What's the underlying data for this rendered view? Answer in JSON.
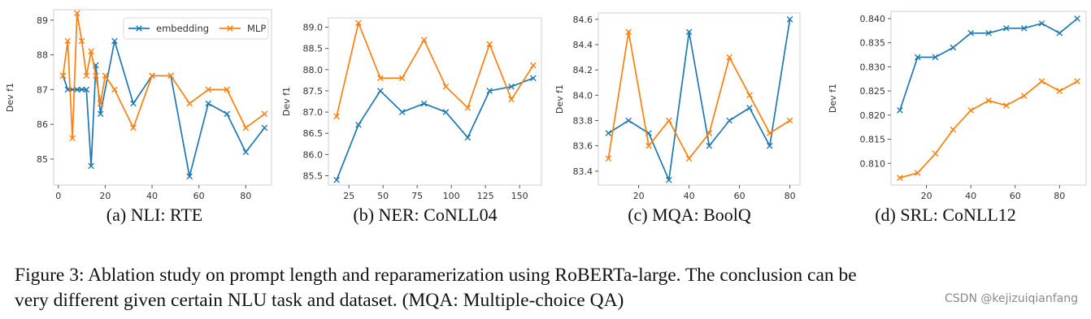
{
  "colors": {
    "embedding": "#1f77b4",
    "MLP": "#ff7f0e",
    "spine": "#cfcfcf",
    "text": "#333333"
  },
  "chart_data": [
    {
      "type": "line",
      "subtitle": "(a) NLI: RTE",
      "xlabel": "",
      "ylabel": "Dev f1",
      "xlim": [
        -2,
        91
      ],
      "ylim": [
        84.25,
        89.3
      ],
      "xticks": [
        0,
        20,
        40,
        60,
        80
      ],
      "xtick_labels": [
        "0",
        "20",
        "40",
        "60",
        "80"
      ],
      "yticks": [
        85,
        86,
        87,
        88,
        89
      ],
      "ytick_labels": [
        "85",
        "86",
        "87",
        "88",
        "89"
      ],
      "legend": {
        "placement": "top-right",
        "entries": [
          "embedding",
          "MLP"
        ]
      },
      "series": [
        {
          "name": "embedding",
          "x": [
            2,
            4,
            6,
            8,
            10,
            12,
            14,
            16,
            18,
            24,
            32,
            40,
            48,
            56,
            64,
            72,
            80,
            88
          ],
          "y": [
            87.4,
            87.0,
            87.0,
            87.0,
            87.0,
            87.0,
            84.8,
            87.7,
            86.3,
            88.4,
            86.6,
            87.4,
            87.4,
            84.5,
            86.6,
            86.3,
            85.2,
            85.9
          ]
        },
        {
          "name": "MLP",
          "x": [
            2,
            4,
            6,
            8,
            10,
            12,
            14,
            16,
            18,
            20,
            24,
            32,
            40,
            48,
            56,
            64,
            72,
            80,
            88
          ],
          "y": [
            87.4,
            88.4,
            85.6,
            89.2,
            88.4,
            87.4,
            88.1,
            87.4,
            86.6,
            87.4,
            87.0,
            85.9,
            87.4,
            87.4,
            86.6,
            87.0,
            87.0,
            85.9,
            86.3
          ]
        }
      ]
    },
    {
      "type": "line",
      "subtitle": "(b) NER: CoNLL04",
      "xlabel": "",
      "ylabel": "Dev f1",
      "xlim": [
        10,
        166
      ],
      "ylim": [
        85.28,
        89.22
      ],
      "xticks": [
        25,
        50,
        75,
        100,
        125,
        150
      ],
      "xtick_labels": [
        "25",
        "50",
        "75",
        "100",
        "125",
        "150"
      ],
      "yticks": [
        85.5,
        86.0,
        86.5,
        87.0,
        87.5,
        88.0,
        88.5,
        89.0
      ],
      "ytick_labels": [
        "85.5",
        "86.0",
        "86.5",
        "87.0",
        "87.5",
        "88.0",
        "88.5",
        "89.0"
      ],
      "series": [
        {
          "name": "embedding",
          "x": [
            16,
            32,
            48,
            64,
            80,
            96,
            112,
            128,
            144,
            160
          ],
          "y": [
            85.4,
            86.7,
            87.5,
            87.0,
            87.2,
            87.0,
            86.4,
            87.5,
            87.6,
            87.8
          ]
        },
        {
          "name": "MLP",
          "x": [
            16,
            32,
            48,
            64,
            80,
            96,
            112,
            128,
            144,
            160
          ],
          "y": [
            86.9,
            89.1,
            87.8,
            87.8,
            88.7,
            87.6,
            87.1,
            88.6,
            87.3,
            88.1
          ]
        }
      ]
    },
    {
      "type": "line",
      "subtitle": "(c) MQA: BoolQ",
      "xlabel": "",
      "ylabel": "Dev f1",
      "xlim": [
        4,
        84
      ],
      "ylim": [
        83.29,
        84.65
      ],
      "xticks": [
        20,
        40,
        60,
        80
      ],
      "xtick_labels": [
        "20",
        "40",
        "60",
        "80"
      ],
      "yticks": [
        83.4,
        83.6,
        83.8,
        84.0,
        84.2,
        84.4,
        84.6
      ],
      "ytick_labels": [
        "83.4",
        "83.6",
        "83.8",
        "84.0",
        "84.2",
        "84.4",
        "84.6"
      ],
      "series": [
        {
          "name": "embedding",
          "x": [
            8,
            16,
            24,
            32,
            40,
            48,
            56,
            64,
            72,
            80
          ],
          "y": [
            83.7,
            83.8,
            83.7,
            83.33,
            84.5,
            83.6,
            83.8,
            83.9,
            83.6,
            84.6
          ]
        },
        {
          "name": "MLP",
          "x": [
            8,
            16,
            24,
            32,
            40,
            48,
            56,
            64,
            72,
            80
          ],
          "y": [
            83.5,
            84.5,
            83.6,
            83.8,
            83.5,
            83.7,
            84.3,
            84.0,
            83.7,
            83.8
          ]
        }
      ]
    },
    {
      "type": "line",
      "subtitle": "(d) SRL: CoNLL12",
      "xlabel": "",
      "ylabel": "Dev f1",
      "xlim": [
        4,
        92
      ],
      "ylim": [
        0.8055,
        0.8415
      ],
      "xticks": [
        20,
        40,
        60,
        80
      ],
      "xtick_labels": [
        "20",
        "40",
        "60",
        "80"
      ],
      "yticks": [
        0.81,
        0.815,
        0.82,
        0.825,
        0.83,
        0.835,
        0.84
      ],
      "ytick_labels": [
        "0.810",
        "0.815",
        "0.820",
        "0.825",
        "0.830",
        "0.835",
        "0.840"
      ],
      "series": [
        {
          "name": "embedding",
          "x": [
            8,
            16,
            24,
            32,
            40,
            48,
            56,
            64,
            72,
            80,
            88
          ],
          "y": [
            0.821,
            0.832,
            0.832,
            0.834,
            0.837,
            0.837,
            0.838,
            0.838,
            0.839,
            0.837,
            0.84
          ]
        },
        {
          "name": "MLP",
          "x": [
            8,
            16,
            24,
            32,
            40,
            48,
            56,
            64,
            72,
            80,
            88
          ],
          "y": [
            0.807,
            0.808,
            0.812,
            0.817,
            0.821,
            0.823,
            0.822,
            0.824,
            0.827,
            0.825,
            0.827
          ]
        }
      ]
    }
  ],
  "caption": {
    "line1": "Figure 3:  Ablation study on prompt length and reparamerization using RoBERTa-large.  The conclusion can be",
    "line2": "very different given certain NLU task and dataset. (MQA: Multiple-choice QA)"
  },
  "watermark": "CSDN @kejizuiqianfang"
}
